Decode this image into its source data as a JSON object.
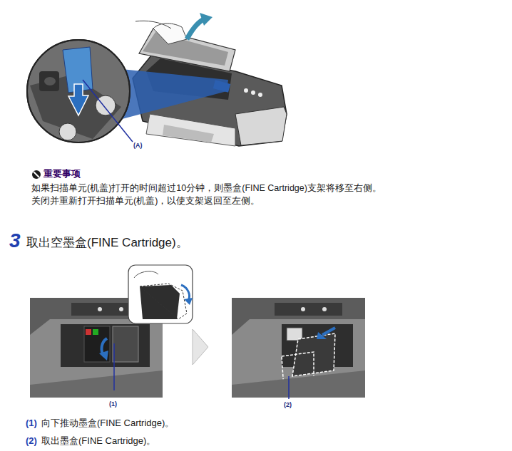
{
  "diagram": {
    "labels": [
      "(A)",
      "重要事项",
      "如果扫描单元(机盖)打开的时间超过10分钟，则墨盒(FINE Cartridge)支架将移至右侧。",
      "关闭并重新打开扫描单元(机盖)，以使支架返回至左侧。",
      "3",
      "取出空墨盒(FINE Cartridge)。",
      "(1)",
      "(2)",
      "(1)",
      "向下推动墨盒(FINE Cartridge)。",
      "(2)",
      "取出墨盒(FINE Cartridge)。"
    ]
  }
}
